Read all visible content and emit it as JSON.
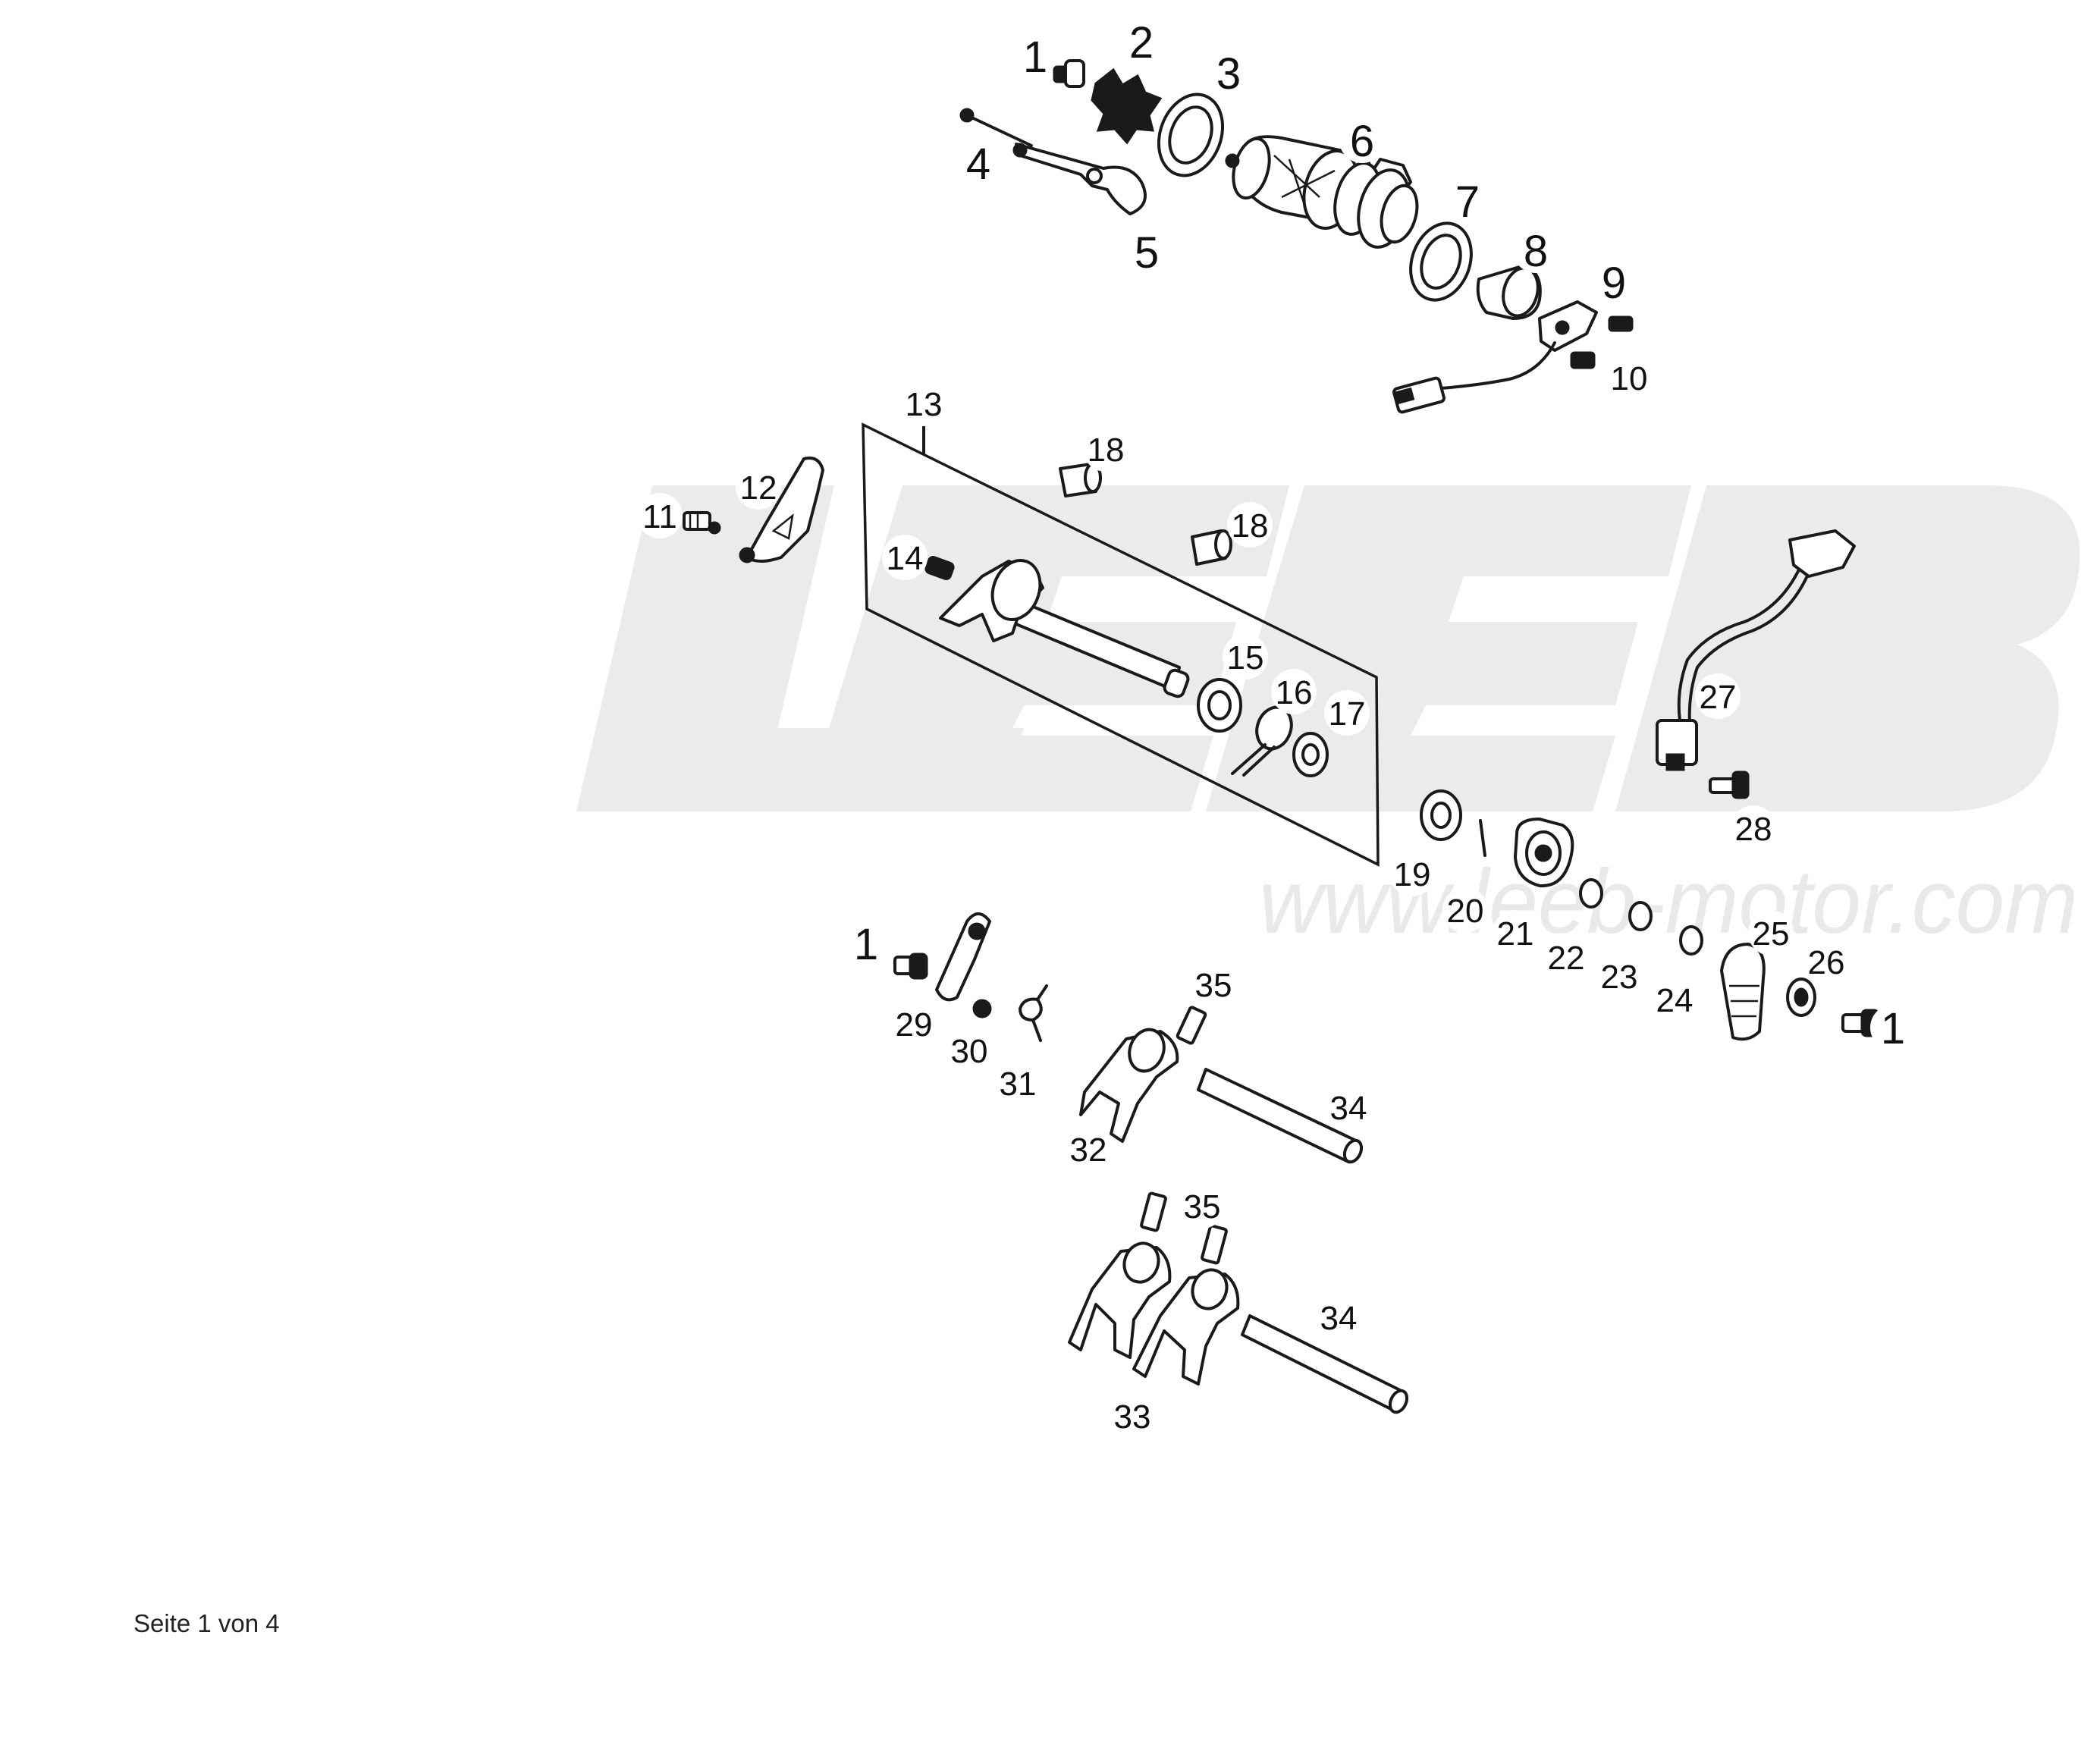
{
  "watermark": {
    "logo": "LEEB",
    "url": "www.leeb-motor.com"
  },
  "callouts": [
    {
      "id": "c1a",
      "label": "1"
    },
    {
      "id": "c2",
      "label": "2"
    },
    {
      "id": "c3",
      "label": "3"
    },
    {
      "id": "c4",
      "label": "4"
    },
    {
      "id": "c5",
      "label": "5"
    },
    {
      "id": "c6",
      "label": "6"
    },
    {
      "id": "c7",
      "label": "7"
    },
    {
      "id": "c8",
      "label": "8"
    },
    {
      "id": "c9",
      "label": "9"
    },
    {
      "id": "c10",
      "label": "10"
    },
    {
      "id": "c11",
      "label": "11"
    },
    {
      "id": "c12",
      "label": "12"
    },
    {
      "id": "c13",
      "label": "13"
    },
    {
      "id": "c14",
      "label": "14"
    },
    {
      "id": "c15",
      "label": "15"
    },
    {
      "id": "c16",
      "label": "16"
    },
    {
      "id": "c17",
      "label": "17"
    },
    {
      "id": "c18a",
      "label": "18"
    },
    {
      "id": "c18b",
      "label": "18"
    },
    {
      "id": "c19",
      "label": "19"
    },
    {
      "id": "c20",
      "label": "20"
    },
    {
      "id": "c21",
      "label": "21"
    },
    {
      "id": "c22",
      "label": "22"
    },
    {
      "id": "c23",
      "label": "23"
    },
    {
      "id": "c24",
      "label": "24"
    },
    {
      "id": "c25",
      "label": "25"
    },
    {
      "id": "c26",
      "label": "26"
    },
    {
      "id": "c1b",
      "label": "1"
    },
    {
      "id": "c27",
      "label": "27"
    },
    {
      "id": "c28",
      "label": "28"
    },
    {
      "id": "c1c",
      "label": "1"
    },
    {
      "id": "c29",
      "label": "29"
    },
    {
      "id": "c30",
      "label": "30"
    },
    {
      "id": "c31",
      "label": "31"
    },
    {
      "id": "c32",
      "label": "32"
    },
    {
      "id": "c35a",
      "label": "35"
    },
    {
      "id": "c34a",
      "label": "34"
    },
    {
      "id": "c35b",
      "label": "35"
    },
    {
      "id": "c34b",
      "label": "34"
    },
    {
      "id": "c33",
      "label": "33"
    }
  ],
  "footer": {
    "page_label": "Seite 1 von 4"
  }
}
